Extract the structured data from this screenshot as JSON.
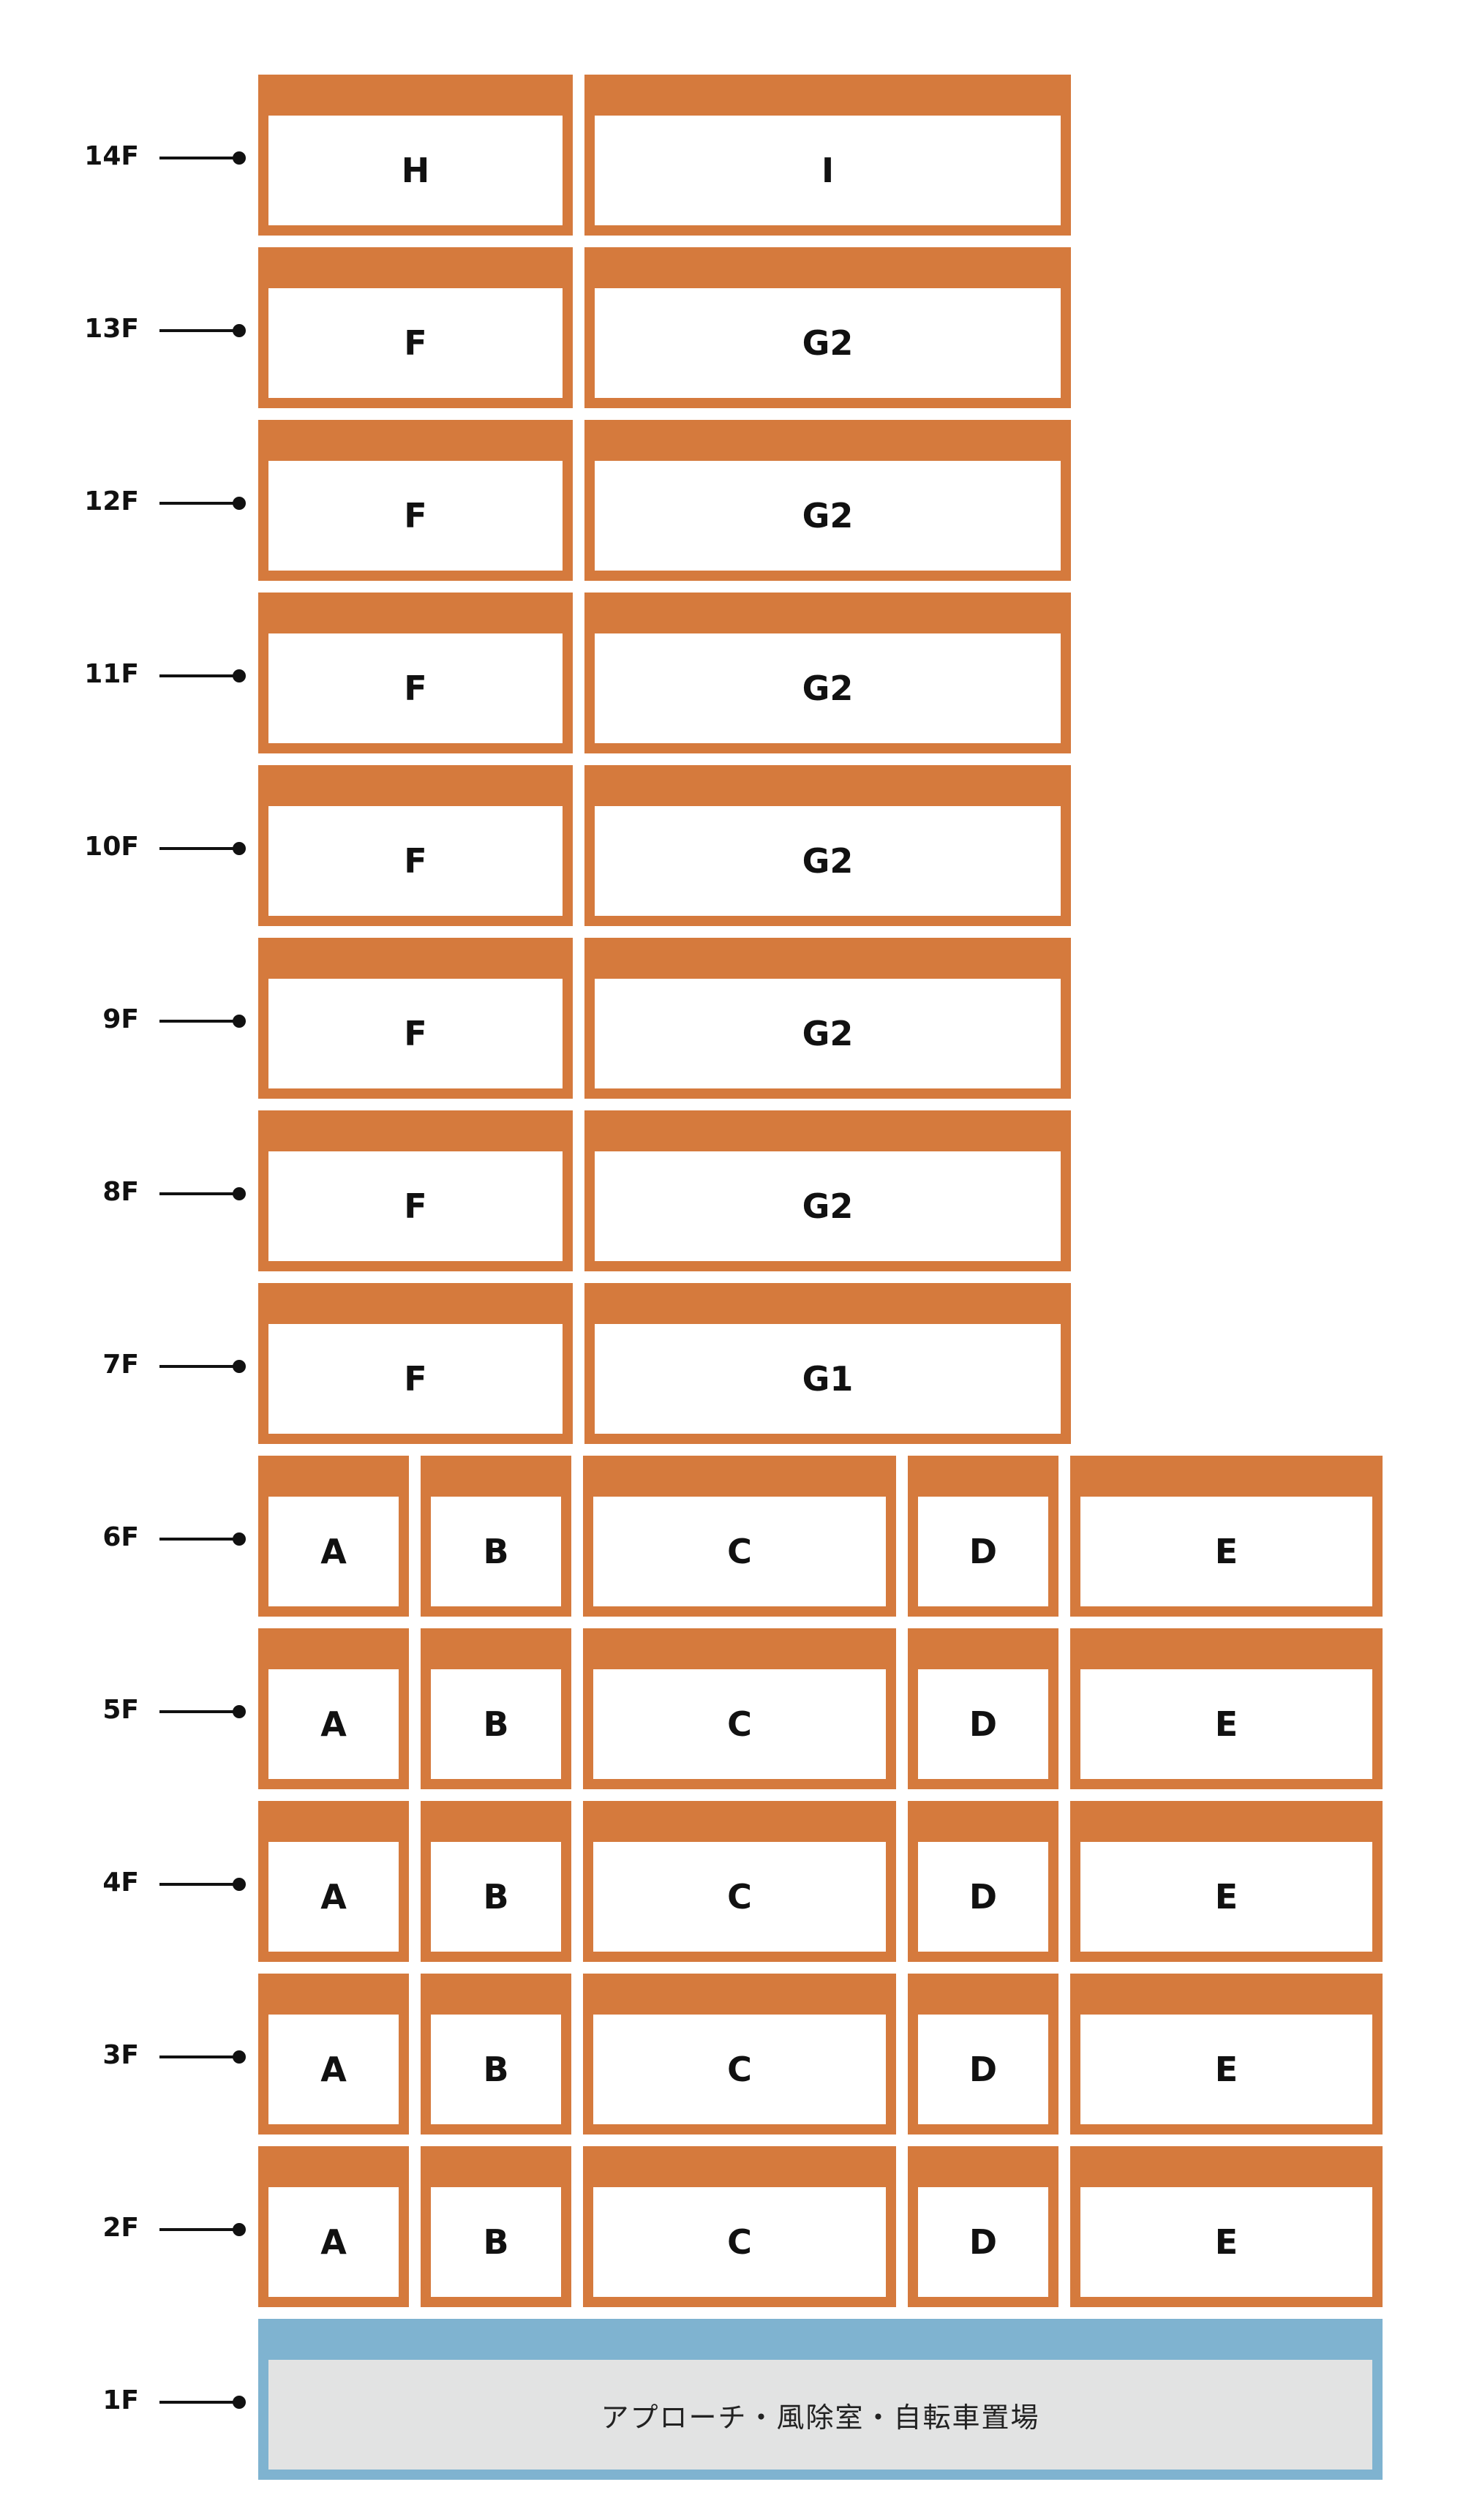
{
  "colors": {
    "unit": "#d57a3d",
    "ground": "#7fb3d0",
    "ground_fill": "#e2e3e3"
  },
  "floors": [
    {
      "label": "14F",
      "units": [
        "H",
        "I"
      ]
    },
    {
      "label": "13F",
      "units": [
        "F",
        "G2"
      ]
    },
    {
      "label": "12F",
      "units": [
        "F",
        "G2"
      ]
    },
    {
      "label": "11F",
      "units": [
        "F",
        "G2"
      ]
    },
    {
      "label": "10F",
      "units": [
        "F",
        "G2"
      ]
    },
    {
      "label": "9F",
      "units": [
        "F",
        "G2"
      ]
    },
    {
      "label": "8F",
      "units": [
        "F",
        "G2"
      ]
    },
    {
      "label": "7F",
      "units": [
        "F",
        "G1"
      ]
    },
    {
      "label": "6F",
      "units": [
        "A",
        "B",
        "C",
        "D",
        "E"
      ]
    },
    {
      "label": "5F",
      "units": [
        "A",
        "B",
        "C",
        "D",
        "E"
      ]
    },
    {
      "label": "4F",
      "units": [
        "A",
        "B",
        "C",
        "D",
        "E"
      ]
    },
    {
      "label": "3F",
      "units": [
        "A",
        "B",
        "C",
        "D",
        "E"
      ]
    },
    {
      "label": "2F",
      "units": [
        "A",
        "B",
        "C",
        "D",
        "E"
      ]
    },
    {
      "label": "1F",
      "units": [
        "アプローチ・風除室・自転車置場"
      ]
    }
  ]
}
